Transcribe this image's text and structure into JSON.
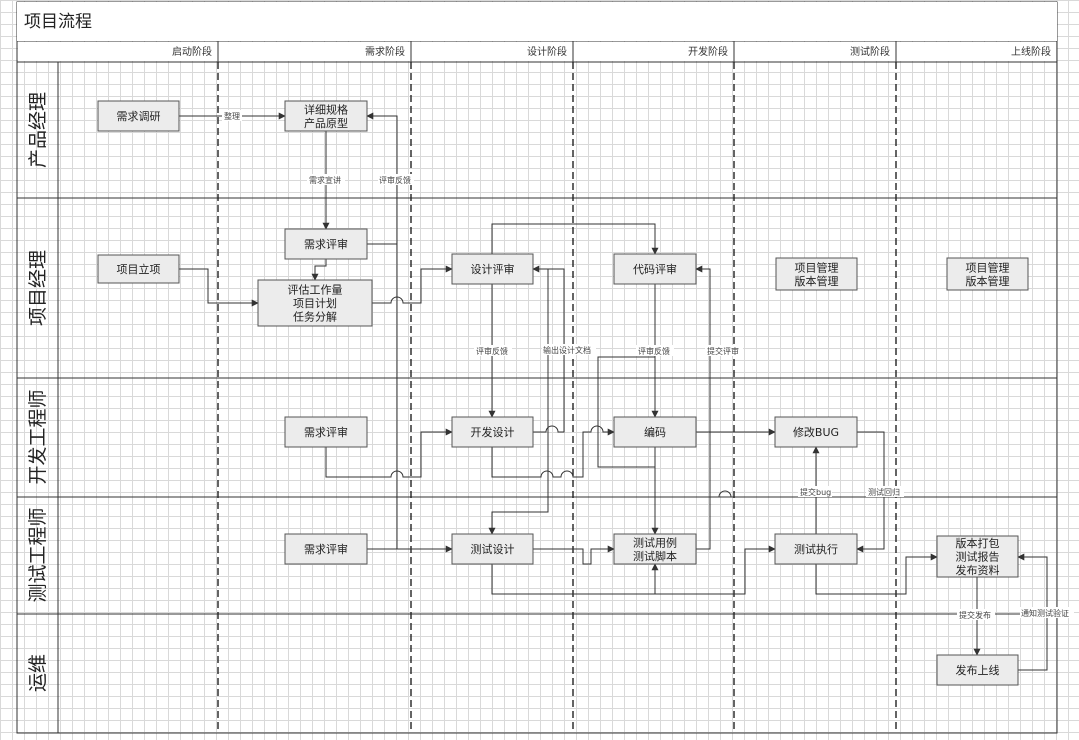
{
  "title": "项目流程",
  "phases": [
    "启动阶段",
    "需求阶段",
    "设计阶段",
    "开发阶段",
    "测试阶段",
    "上线阶段"
  ],
  "lanes": [
    "产品经理",
    "项目经理",
    "开发工程师",
    "测试工程师",
    "运维"
  ],
  "nodes": {
    "req_research": [
      "需求调研"
    ],
    "detail_spec": [
      "详细规格",
      "产品原型"
    ],
    "pm_req_review": [
      "需求评审"
    ],
    "project_init": [
      "项目立项"
    ],
    "estimate": [
      "评估工作量",
      "项目计划",
      "任务分解"
    ],
    "design_review": [
      "设计评审"
    ],
    "code_review": [
      "代码评审"
    ],
    "proj_mgmt_test": [
      "项目管理",
      "版本管理"
    ],
    "proj_mgmt_release": [
      "项目管理",
      "版本管理"
    ],
    "dev_req_review": [
      "需求评审"
    ],
    "dev_design": [
      "开发设计"
    ],
    "coding": [
      "编码"
    ],
    "fix_bug": [
      "修改BUG"
    ],
    "qa_req_review": [
      "需求评审"
    ],
    "test_design": [
      "测试设计"
    ],
    "test_cases": [
      "测试用例",
      "测试脚本"
    ],
    "test_exec": [
      "测试执行"
    ],
    "packaging": [
      "版本打包",
      "测试报告",
      "发布资料"
    ],
    "release": [
      "发布上线"
    ]
  },
  "edge_labels": {
    "organize": "整理",
    "req_output": "需求宣讲",
    "review_feedback_1": "评审反馈",
    "review_feedback_2": "评审反馈",
    "output_design_doc": "输出设计文档",
    "review_feedback_3": "评审反馈",
    "submit_review": "提交评审",
    "submit_bug": "提交bug",
    "test_return": "测试回归",
    "submit_release": "提交发布",
    "notify_test_verify": "通知测试验证"
  }
}
